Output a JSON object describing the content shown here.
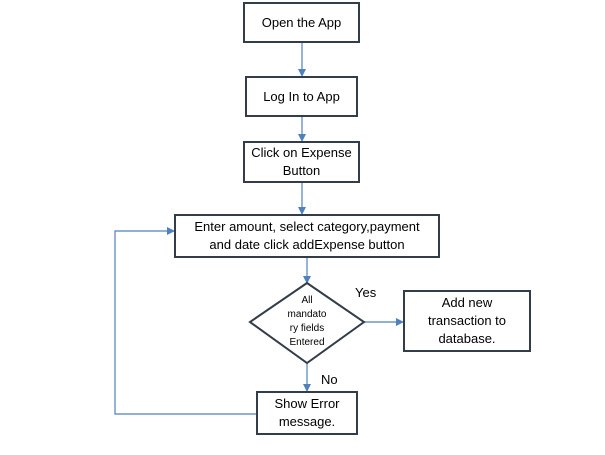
{
  "colors": {
    "box_border": "#333d4a",
    "connector": "#4f81bd",
    "text": "#000000",
    "background": "#ffffff"
  },
  "flowchart": {
    "open_app": "Open the App",
    "log_in": "Log In to App",
    "click_expense": [
      "Click on Expense",
      "Button"
    ],
    "enter_details": [
      "Enter amount,  select category,payment",
      "and date click addExpense button"
    ],
    "decision": [
      "All",
      "mandato",
      "ry fields",
      "Entered"
    ],
    "add_transaction": [
      "Add new",
      "transaction to",
      "database."
    ],
    "show_error": [
      "Show Error",
      "message."
    ],
    "yes_label": "Yes",
    "no_label": "No"
  }
}
